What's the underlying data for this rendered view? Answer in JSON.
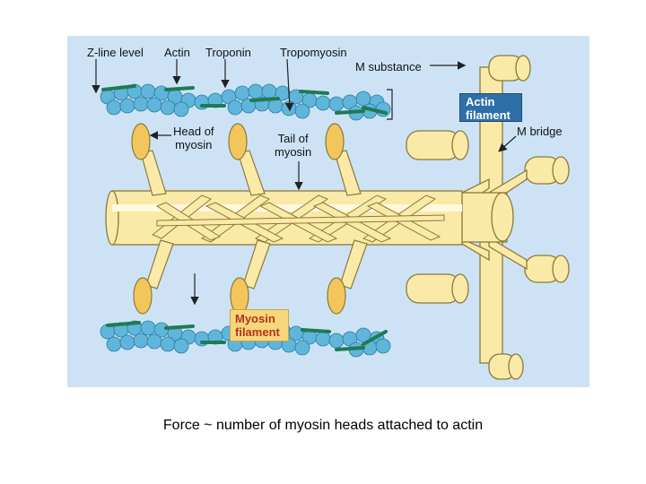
{
  "labels": {
    "z_line": "Z-line level",
    "actin": "Actin",
    "troponin": "Troponin",
    "tropomyosin": "Tropomyosin",
    "m_substance": "M substance",
    "actin_filament": "Actin\nfilament",
    "m_bridge": "M bridge",
    "head_of_myosin": "Head of\nmyosin",
    "tail_of_myosin": "Tail of\nmyosin",
    "myosin_filament": "Myosin\nfilament"
  },
  "caption": "Force ~ number of myosin heads attached to actin",
  "colors": {
    "background": "#cde3f5",
    "actin_bead": "#5fb6da",
    "tropomyosin": "#1f7a55",
    "myosin": "#fbe9a8",
    "myosin_head": "#f3c65c",
    "outline": "#8a7a3a"
  }
}
